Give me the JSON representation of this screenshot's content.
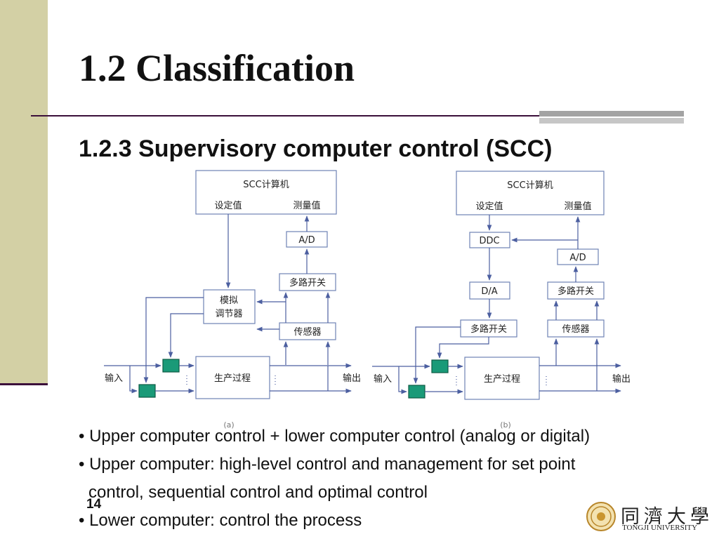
{
  "slide": {
    "title": "1.2 Classification",
    "subtitle": "1.2.3 Supervisory computer control (SCC)",
    "page_number": "14"
  },
  "diagram": {
    "a": {
      "scc": "SCC计算机",
      "set_value": "设定值",
      "measured_value": "测量值",
      "ad": "A/D",
      "mux": "多路开关",
      "regulator_line1": "模拟",
      "regulator_line2": "调节器",
      "sensor": "传感器",
      "process": "生产过程",
      "input": "输入",
      "output": "输出",
      "caption": "(a)"
    },
    "b": {
      "scc": "SCC计算机",
      "set_value": "设定值",
      "measured_value": "测量值",
      "ddc": "DDC",
      "ad": "A/D",
      "da": "D/A",
      "mux_left": "多路开关",
      "mux_right": "多路开关",
      "sensor": "传感器",
      "process": "生产过程",
      "input": "输入",
      "output": "输出",
      "caption": "(b)"
    },
    "colors": {
      "box": "#6f83b5",
      "line": "#4c5fa0",
      "actuator": "#1a9a78"
    }
  },
  "bullets": [
    "• Upper computer control + lower computer control (analog or digital)",
    "• Upper computer: high-level control and management for set point",
    "control, sequential control and optimal control",
    "• Lower computer: control the process"
  ],
  "logo": {
    "cn": "同濟大學",
    "en": "TONGJI UNIVERSITY"
  }
}
